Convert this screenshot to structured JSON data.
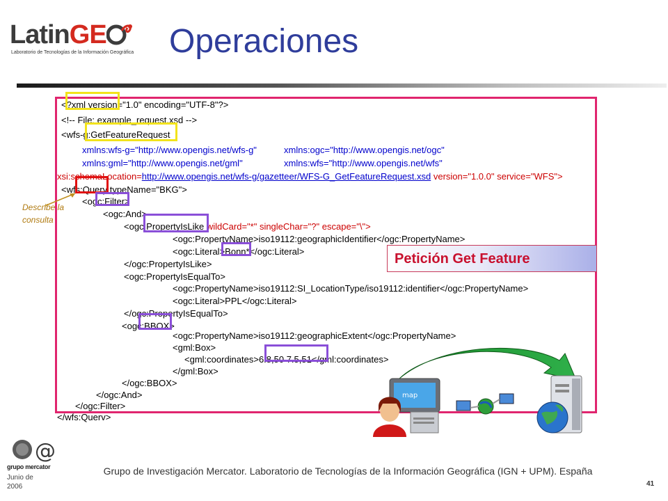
{
  "header": {
    "logo_text_a": "Latin",
    "logo_text_b": "GE",
    "logo_sub": "Laboratorio de Tecnologías de la Información Geográfica",
    "title": "Operaciones"
  },
  "code_lines": {
    "l1": "<?xml version=\"1.0\" encoding=\"UTF-8\"?>",
    "l2": "<!-- File: example_request.xsd -->",
    "l3": "<wfs-g:GetFeatureRequest",
    "l4a": "xmlns:wfs-g=\"http://www.opengis.net/wfs-g\"",
    "l4b": "xmlns:ogc=\"http://www.opengis.net/ogc\"",
    "l5a": "xmlns:gml=\"http://www.opengis.net/gml\"",
    "l5b": "xmlns:wfs=\"http://www.opengis.net/wfs\"",
    "l6a": "xsi:schemaLocation=",
    "l6b": "http://www.opengis.net/wfs-g/gazetteer/WFS-G_GetFeatureRequest.xsd",
    "l6c": " version=\"1.0.0\" service=\"WFS\">",
    "l7": "<wfs:Query typeName=\"BKG\">",
    "l8": "<ogc:Filter>",
    "l9": "<ogc:And>",
    "l10a": "<ogc:PropertyIsLike",
    "l10b": " wildCard=\"*\" singleChar=\"?\" escape=\"\\\">",
    "l11": "<ogc:PropertyName>iso19112:geographicIdentifier</ogc:PropertyName>",
    "l12": "<ogc:Literal>Bonn*</ogc:Literal>",
    "l13": "</ogc:PropertyIsLike>",
    "l14": "<ogc:PropertyIsEqualTo>",
    "l15": "<ogc:PropertyName>iso19112:SI_LocationType/iso19112:identifier</ogc:PropertyName>",
    "l16": "<ogc:Literal>PPL</ogc:Literal>",
    "l17": "</ogc:PropertyIsEqualTo>",
    "l18": "<ogc:BBOX>",
    "l19": "<ogc:PropertyName>iso19112:geographicExtent</ogc:PropertyName>",
    "l20": "<gml:Box>",
    "l21": "<gml:coordinates>6.8,50 7.5,51</gml:coordinates>",
    "l22": "</gml:Box>",
    "l23": "</ogc:BBOX>",
    "l24": "</ogc:And>",
    "l25": "</ogc:Filter>",
    "l26": "</wfs:Querv>"
  },
  "annotations": {
    "note": "Describe la consulta",
    "petition": "Petición Get Feature",
    "client_screen_label": "map"
  },
  "footer": {
    "text": "Grupo de Investigación Mercator. Laboratorio de Tecnologías de la Información Geográfica (IGN + UPM). España",
    "date": "Junio de 2006",
    "page_number": "41",
    "mercator_logo_text": "grupo mercator"
  },
  "colors": {
    "title": "#2f3d9b",
    "frame": "#e0256e",
    "highlight_yellow": "#f2e31b",
    "highlight_red": "#e01010",
    "highlight_purple": "#8a4fd8",
    "petition_text": "#c8102e"
  }
}
